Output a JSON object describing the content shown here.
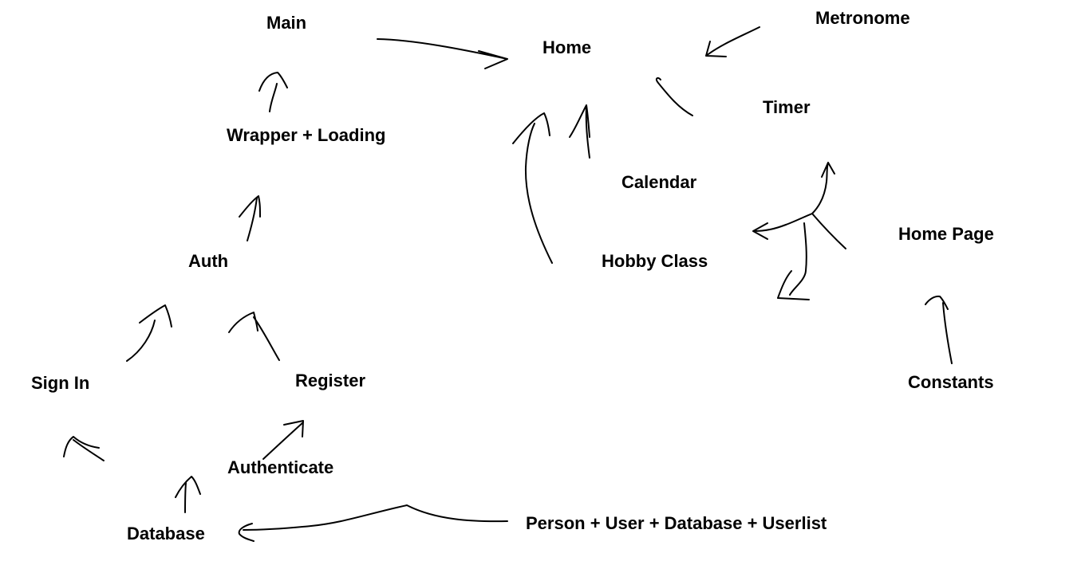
{
  "diagram": {
    "nodes": {
      "main": "Main",
      "home": "Home",
      "metronome": "Metronome",
      "timer": "Timer",
      "wrapper_loading": "Wrapper + Loading",
      "calendar": "Calendar",
      "home_page": "Home Page",
      "auth": "Auth",
      "hobby_class": "Hobby Class",
      "sign_in": "Sign In",
      "register": "Register",
      "constants": "Constants",
      "authenticate": "Authenticate",
      "database": "Database",
      "person_user_database_userlist": "Person + User + Database + Userlist"
    },
    "stroke_color": "#000000",
    "background_color": "#ffffff"
  }
}
